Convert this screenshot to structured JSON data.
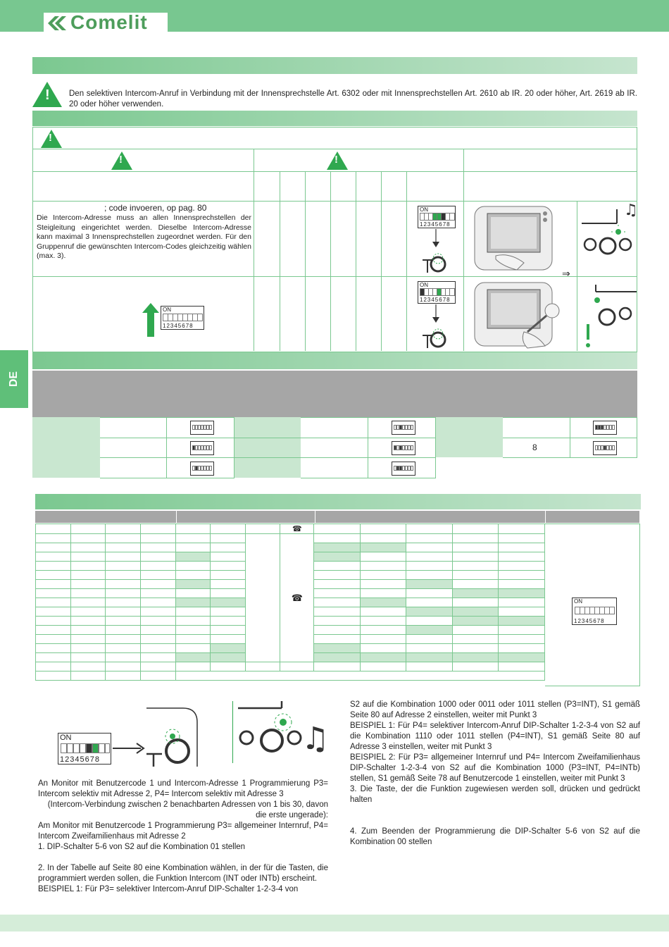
{
  "header": {
    "brand": "Comelit"
  },
  "side_tab": "DE",
  "warning": {
    "text": "Den selektiven Intercom-Anruf         in Verbindung mit der Innensprechstelle Art. 6302 oder mit Innensprechstellen Art. 2610 ab IR. 20 oder höher, Art. 2619 ab IR. 20 oder höher verwenden."
  },
  "prog_row1": {
    "title": "; code invoeren,           op pag. 80",
    "text": "Die Intercom-Adresse muss an allen Innensprechstellen der Steigleitung eingerichtet werden. Dieselbe Intercom-Adresse kann maximal 3 Innensprechstellen zugeordnet werden. Für den Gruppenruf die gewünschten Intercom-Codes gleichzeitig wählen (max. 3)."
  },
  "dip": {
    "on": "ON",
    "numbers": "12345678"
  },
  "sel_value": "8",
  "left_col": [
    "An Monitor mit Benutzercode 1 und Intercom-Adresse 1 Programmierung P3= Intercom selektiv mit Adresse 2, P4= Intercom selektiv mit Adresse 3",
    "(Intercom-Verbindung zwischen 2 benachbarten Adressen von 1 bis 30, davon die erste ungerade):",
    "Am Monitor mit Benutzercode 1 Programmierung P3= allgemeiner Internruf, P4= Intercom Zweifamilienhaus mit Adresse 2",
    "1. DIP-Schalter 5-6 von S2 auf die Kombination 01 stellen",
    "2. In der Tabelle auf Seite 80 eine Kombination wählen, in der für die Tasten, die programmiert werden sollen, die Funktion Intercom (INT oder INTb) erscheint.",
    "BEISPIEL 1: Für P3= selektiver Intercom-Anruf DIP-Schalter 1-2-3-4 von"
  ],
  "right_col": [
    "S2 auf die Kombination 1000 oder 0011 oder 1011 stellen (P3=INT), S1 gemäß                Seite 80 auf Adresse 2 einstellen, weiter mit Punkt 3",
    "BEISPIEL 1: Für P4= selektiver Intercom-Anruf DIP-Schalter 1-2-3-4 von S2 auf die Kombination 1110 oder 1011 stellen (P4=INT), S1 gemäß Seite 80 auf Adresse 3 einstellen, weiter mit Punkt 3",
    "BEISPIEL 2: Für P3= allgemeiner Internruf und P4= Intercom Zweifamilienhaus DIP-Schalter 1-2-3-4 von S2 auf die Kombination 1000 (P3=INT, P4=INTb) stellen, S1 gemäß                Seite 78 auf Benutzercode 1 einstellen, weiter mit Punkt 3",
    "3. Die Taste, der die Funktion zugewiesen werden soll, drücken und gedrückt halten",
    "4. Zum Beenden der Programmierung die DIP-Schalter 5-6 von S2 auf die Kombination 00 stellen"
  ]
}
